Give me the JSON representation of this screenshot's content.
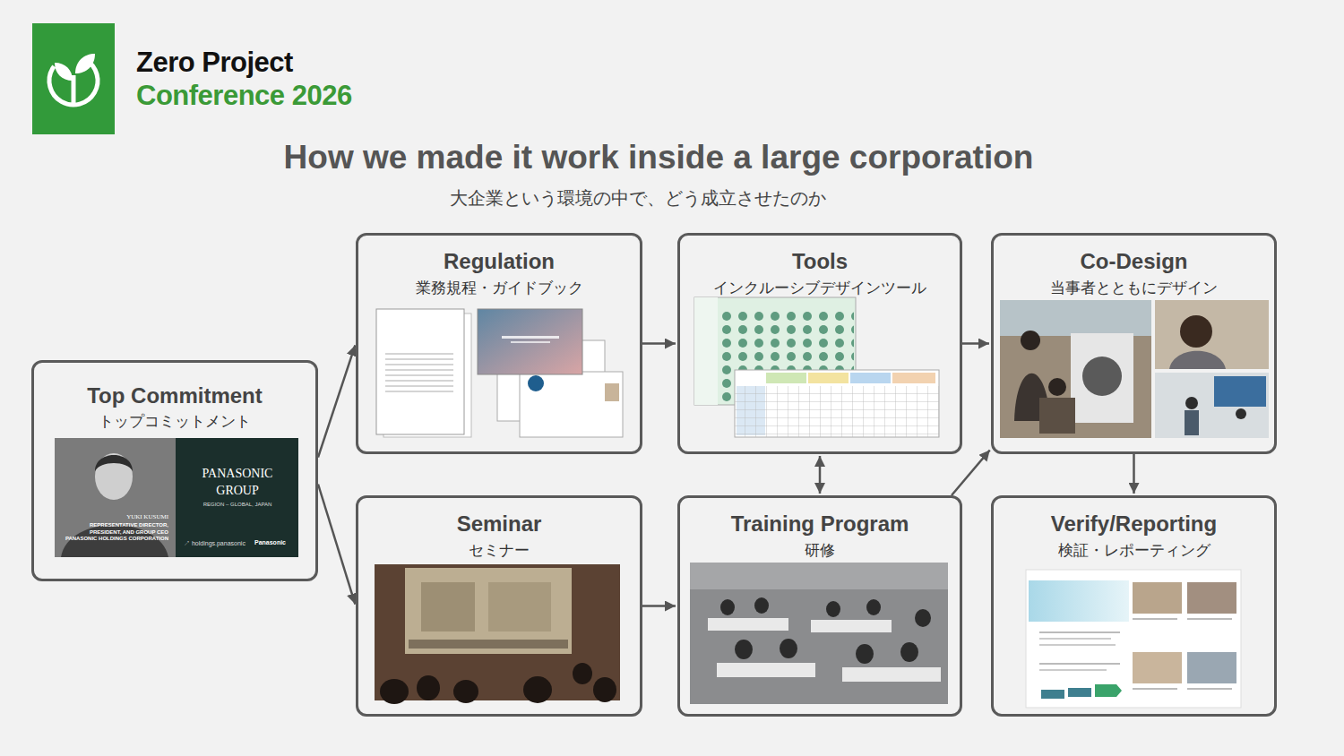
{
  "diagram": {
    "title": "How we made it work inside a large corporation",
    "caption": "大企業という環境の中で、どう成立させたのか",
    "nodes": [
      {
        "text": [
          "Top Commitment",
          "トップコミットメント"
        ]
      },
      {
        "text": [
          "Regulation",
          "業務規程・ガイドブック"
        ]
      },
      {
        "text": [
          "Tools",
          "インクルーシブデザインツール"
        ]
      },
      {
        "text": [
          "Co-Design",
          "当事者とともにデザイン"
        ]
      },
      {
        "text": [
          "Seminar",
          "セミナー"
        ]
      },
      {
        "text": [
          "Training Program",
          "研修"
        ]
      },
      {
        "text": [
          "Verify/Reporting",
          "検証・レポーティング"
        ]
      }
    ],
    "edges": [
      {
        "from": 0,
        "to": 1,
        "arrow": "to"
      },
      {
        "from": 0,
        "to": 4,
        "arrow": "to"
      },
      {
        "from": 1,
        "to": 2,
        "arrow": "to"
      },
      {
        "from": 2,
        "to": 3,
        "arrow": "to"
      },
      {
        "from": 2,
        "to": 5,
        "arrow": "both"
      },
      {
        "from": 4,
        "to": 5,
        "arrow": "to"
      },
      {
        "from": 5,
        "to": 3,
        "arrow": "to"
      },
      {
        "from": 3,
        "to": 6,
        "arrow": "to"
      }
    ],
    "labels": [
      "Zero Project",
      "Conference 2026",
      "PANASONIC GROUP",
      "REGION – GLOBAL, JAPAN",
      "YUKI KUSUMI",
      "REPRESENTATIVE DIRECTOR, PRESIDENT, AND GROUP CEO PANASONIC HOLDINGS CORPORATION",
      "↗ holdings.panasonic",
      "Panasonic"
    ]
  }
}
